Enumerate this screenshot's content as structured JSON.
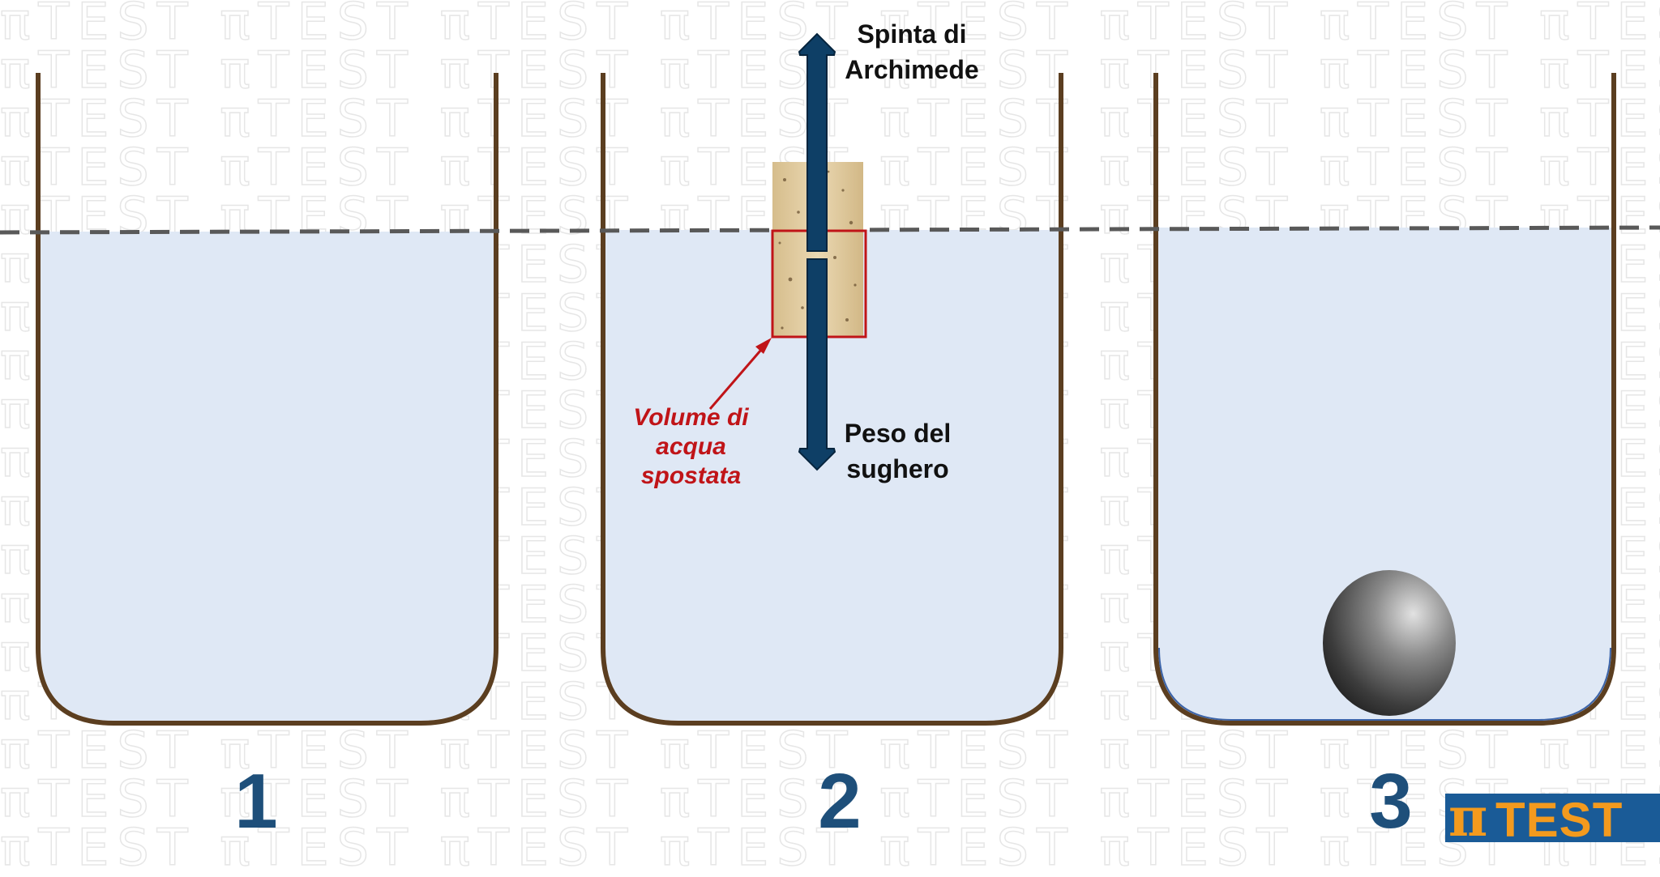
{
  "watermark": {
    "text": "πTEST"
  },
  "labels": {
    "spinta_line1": "Spinta di",
    "spinta_line2": "Archimede",
    "peso_line1": "Peso del",
    "peso_line2": "sughero",
    "volume_line1": "Volume di",
    "volume_line2": "acqua",
    "volume_line3": "spostata"
  },
  "beakers": [
    {
      "number": "1"
    },
    {
      "number": "2"
    },
    {
      "number": "3"
    }
  ],
  "logo": {
    "pi": "π",
    "text": "TEST"
  },
  "colors": {
    "water": "#dfe8f5",
    "beaker_outline": "#5b3e20",
    "arrow": "#0e3f66",
    "highlight_red": "#c01418",
    "number_blue": "#1e4f7a",
    "logo_bg": "#1a5b97",
    "logo_text": "#f39a1e",
    "dashed_line": "#595959"
  }
}
